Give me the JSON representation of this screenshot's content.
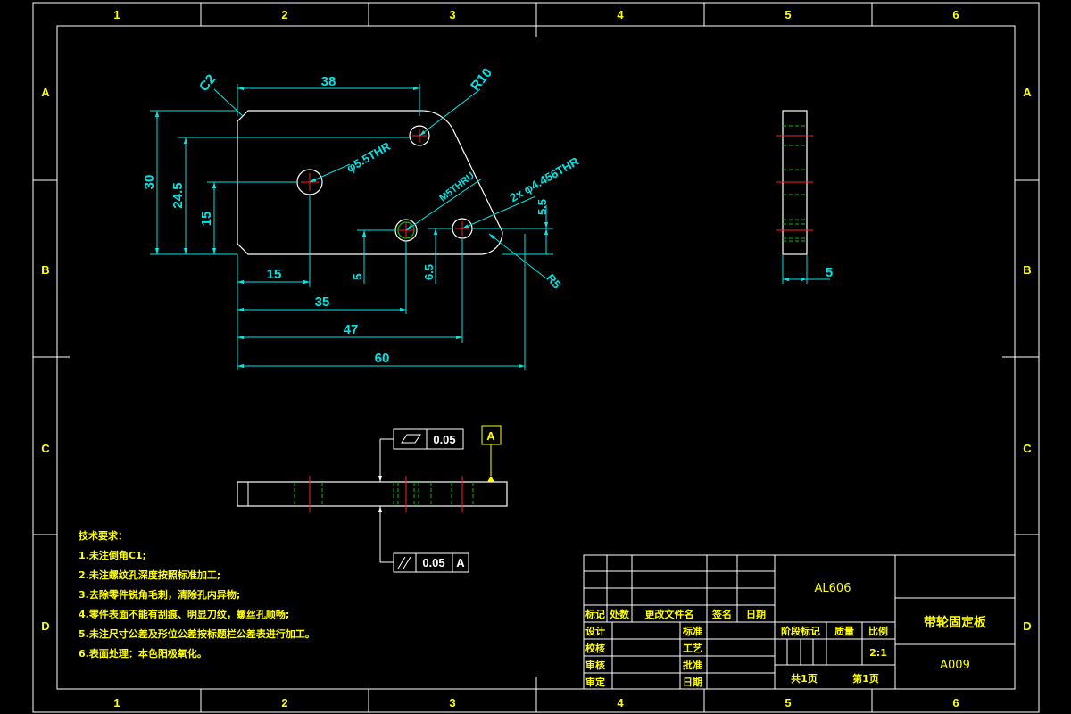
{
  "frame": {
    "column_labels": [
      "1",
      "2",
      "3",
      "4",
      "5",
      "6"
    ],
    "row_labels": [
      "A",
      "B",
      "C",
      "D"
    ]
  },
  "plan_view": {
    "dims": {
      "top_width": "38",
      "chamfer": "C2",
      "radius_top": "R10",
      "hole_main": "φ5.5THR",
      "hole_thread": "M5THRU",
      "hole_pair": "2x φ4.456THR",
      "height_overall": "30",
      "height_upper_hole": "24.5",
      "height_main_hole": "15",
      "hole_small_vertical": "5.5",
      "hole_thread_height": "5",
      "hole_pair_height": "6.5",
      "radius_bottom": "R5",
      "x_main_hole": "15",
      "x_thread_hole": "35",
      "x_pair_hole": "47",
      "overall_width": "60"
    }
  },
  "side_view": {
    "thickness": "5"
  },
  "edge_view": {
    "flatness_value": "0.05",
    "datum_label": "A",
    "parallelism_value": "0.05",
    "parallelism_datum": "A"
  },
  "tech_requirements": {
    "title": "技术要求：",
    "items": [
      "1.未注倒角C1;",
      "2.未注螺纹孔深度按照标准加工;",
      "3.去除零件锐角毛刺，清除孔内异物;",
      "4.零件表面不能有刮痕、明显刀纹，螺丝孔顺畅;",
      "5.未注尺寸公差及形位公差按标题栏公差表进行加工。",
      "6.表面处理：本色阳极氧化。"
    ]
  },
  "title_block": {
    "part_code": "AL606",
    "part_name": "带轮固定板",
    "drawing_no": "A009",
    "rev_headers": [
      "标记",
      "处数",
      "更改文件名",
      "签名",
      "日期"
    ],
    "role_design": "设计",
    "role_check": "校核",
    "role_review": "审核",
    "role_approve": "审定",
    "std": "标准",
    "process": "工艺",
    "authorize": "批准",
    "date": "日期",
    "stage_mark": "阶段标记",
    "weight": "质量",
    "scale_label": "比例",
    "scale_value": "2:1",
    "total_pages": "共1页",
    "page_no": "第1页"
  },
  "colors": {
    "dimension": "#00e5e5",
    "outline": "#ffffff",
    "center_line": "#ff2020",
    "hidden_line": "#00c000",
    "annotation": "#ffff00"
  }
}
